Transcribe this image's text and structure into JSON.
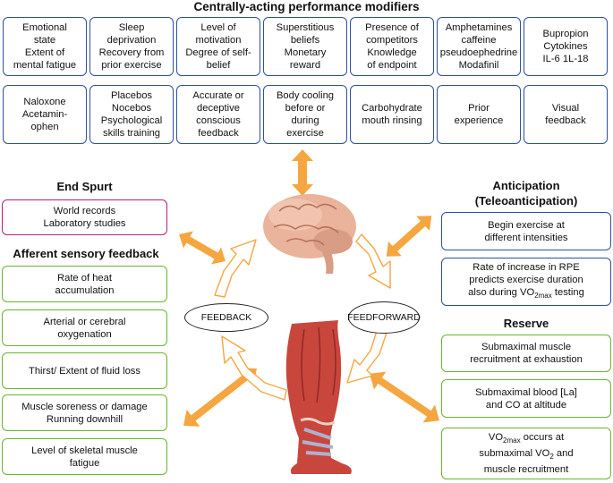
{
  "title": "Centrally-acting performance modifiers",
  "top_row1": [
    [
      "Emotional",
      "state",
      "Extent of",
      "mental fatigue"
    ],
    [
      "Sleep",
      "deprivation",
      "Recovery from",
      "prior exercise"
    ],
    [
      "Level of",
      "motivation",
      "Degree of self-",
      "belief"
    ],
    [
      "Superstitious",
      "beliefs",
      "Monetary",
      "reward"
    ],
    [
      "Presence of",
      "competitors",
      "Knowledge",
      "of endpoint"
    ],
    [
      "Amphetamines",
      "caffeine",
      "pseudoephedrine",
      "Modafinil"
    ],
    [
      "Bupropion",
      "Cytokines",
      "IL-6 1L-18"
    ]
  ],
  "top_row2": [
    [
      "Naloxone",
      "Acetamin-",
      "ophen"
    ],
    [
      "Placebos",
      "Nocebos",
      "Psychological",
      "skills training"
    ],
    [
      "Accurate or",
      "deceptive",
      "conscious",
      "feedback"
    ],
    [
      "Body cooling",
      "before or",
      "during",
      "exercise"
    ],
    [
      "Carbohydrate",
      "mouth rinsing"
    ],
    [
      "Prior",
      "experience"
    ],
    [
      "Visual",
      "feedback"
    ]
  ],
  "end_spurt": {
    "heading": "End Spurt",
    "box": [
      "World records",
      "Laboratory studies"
    ]
  },
  "afferent": {
    "heading": "Afferent sensory feedback",
    "items": [
      [
        "Rate of heat",
        "accumulation"
      ],
      [
        "Arterial or cerebral",
        "oxygenation"
      ],
      [
        "Thirst/ Extent of fluid loss"
      ],
      [
        "Muscle soreness or damage",
        "Running downhill"
      ],
      [
        "Level of skeletal muscle",
        "fatigue"
      ]
    ]
  },
  "anticipation": {
    "heading_line1": "Anticipation",
    "heading_line2": "(Teleoanticipation)",
    "items": [
      [
        "Begin exercise at",
        "different intensities"
      ],
      [
        "Rate of increase in RPE",
        "predicts exercise duration"
      ]
    ],
    "vo2_prefix": "also during VO",
    "vo2_sub": "2max",
    "vo2_suffix": " testing"
  },
  "reserve": {
    "heading": "Reserve",
    "items": [
      [
        "Submaximal muscle",
        "recruitment at exhaustion"
      ],
      [
        "Submaximal blood [La]",
        "and CO at altitude"
      ]
    ],
    "last": {
      "l1_a": "VO",
      "l1_sub": "2max",
      "l1_b": " occurs at",
      "l2_a": "submaximal VO",
      "l2_sub": "2",
      "l2_b": " and",
      "l3": "muscle recruitment"
    }
  },
  "feedback_label": "FEEDBACK",
  "feedforward_label": [
    "FEED",
    "FORWARD"
  ],
  "colors": {
    "blue_border": "#2f4fa6",
    "green_border": "#6ab52e",
    "magenta_border": "#b0207f",
    "arrow_orange": "#f5a640",
    "brain": "#e8b7a0",
    "muscle": "#c9463d"
  },
  "icons": [
    "brain-illustration",
    "leg-muscles-illustration"
  ]
}
